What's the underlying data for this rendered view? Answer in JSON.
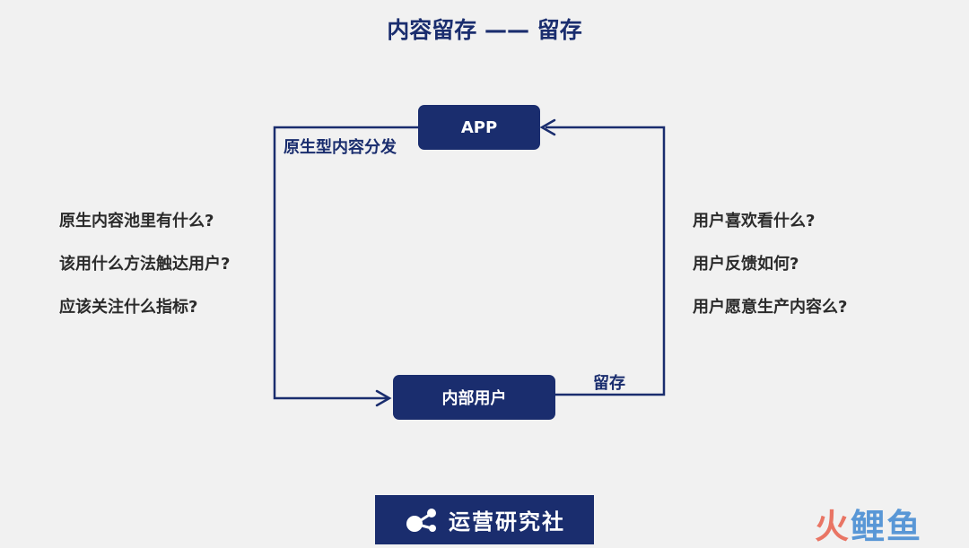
{
  "title": "内容留存 —— 留存",
  "nodes": {
    "app": "APP",
    "internal_users": "内部用户"
  },
  "edges": {
    "native_distribution": "原生型内容分发",
    "retention": "留存"
  },
  "left_questions": [
    "原生内容池里有什么?",
    "该用什么方法触达用户?",
    "应该关注什么指标?"
  ],
  "right_questions": [
    "用户喜欢看什么?",
    "用户反馈如何?",
    "用户愿意生产内容么?"
  ],
  "banner": {
    "text": "运营研究社",
    "icon": "molecule-logo-icon"
  },
  "watermark": {
    "text_part1": "火",
    "text_part2": "鲤鱼"
  },
  "colors": {
    "primary": "#1a2d6e",
    "background": "#f1f1f1"
  }
}
